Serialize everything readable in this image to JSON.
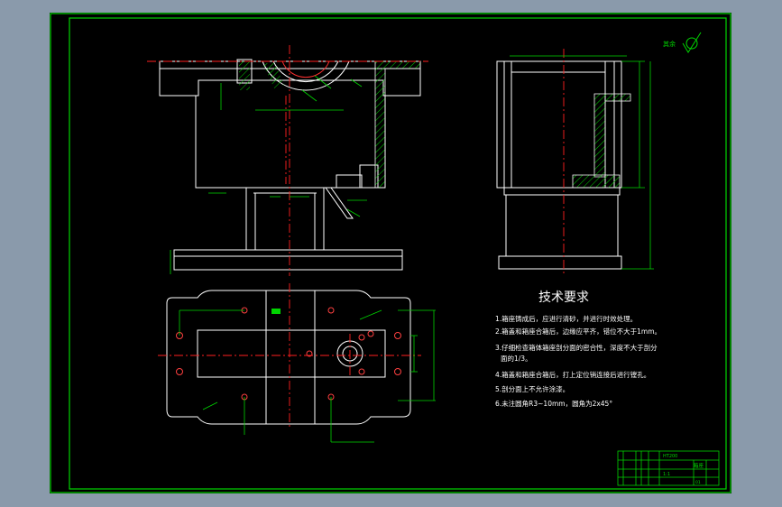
{
  "colors": {
    "frame": "#00d400",
    "outline": "#ffffff",
    "centerline": "#ff2020",
    "dimension": "#00d400",
    "hatch": "#00d400",
    "background": "#000000",
    "desktop": "#8a9aab"
  },
  "roughness_symbol": "其余",
  "tech_requirements": {
    "title": "技术要求",
    "items": [
      "1.箱座铸成后，应进行清砂，并进行时效处理。",
      "2.箱盖和箱座合箱后，边缘应平齐，错位不大于1mm。",
      "3.仔细检查箱体箱座剖分面的密合性，深度不大于剖分",
      "面的1/3。",
      "4.箱盖和箱座合箱后，打上定位销连接后进行镗孔。",
      "5.剖分面上不允许涂漆。",
      "6.未注圆角R3~10mm，圆角为2x45°"
    ]
  },
  "title_block": {
    "part_name": "箱座",
    "material": "HT200",
    "scale": "1:1",
    "drawing_no": "01"
  }
}
